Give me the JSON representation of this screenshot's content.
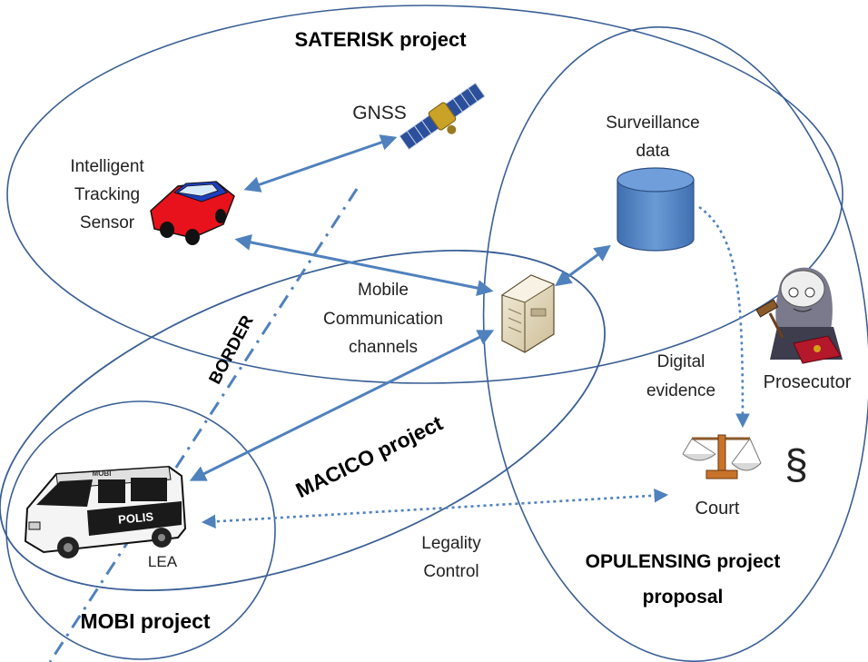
{
  "projects": {
    "saterisk": "SATERISK project",
    "macico": "MACICO project",
    "mobi": "MOBI project",
    "opulensing_line1": "OPULENSING project",
    "opulensing_line2": "proposal"
  },
  "labels": {
    "gnss": "GNSS",
    "its_line1": "Intelligent",
    "its_line2": "Tracking",
    "its_line3": "Sensor",
    "surv_line1": "Surveillance",
    "surv_line2": "data",
    "mobile_line1": "Mobile",
    "mobile_line2": "Communication",
    "mobile_line3": "channels",
    "border": "BORDER",
    "digital_line1": "Digital",
    "digital_line2": "evidence",
    "prosecutor": "Prosecutor",
    "court": "Court",
    "section_sign": "§",
    "legality_line1": "Legality",
    "legality_line2": "Control",
    "lea": "LEA",
    "van_text": "POLIS",
    "van_top_text": "MOBI"
  },
  "colors": {
    "ellipse_stroke": "#3a5f95",
    "arrow": "#4f81bd",
    "car_red": "#e8121c",
    "car_blue": "#1f3fbf",
    "database": "#4f7fbf"
  }
}
